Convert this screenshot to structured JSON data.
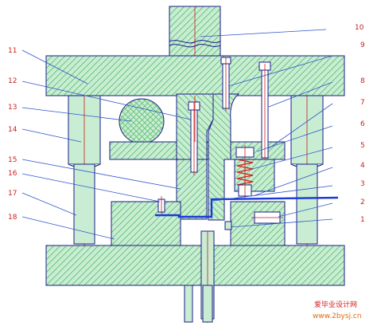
{
  "diagram": {
    "part_labels": [
      "1",
      "2",
      "3",
      "4",
      "5",
      "6",
      "7",
      "8",
      "9",
      "10",
      "11",
      "12",
      "13",
      "14",
      "15",
      "16",
      "17",
      "18"
    ]
  },
  "watermark": {
    "chinese": "爱毕业设计网",
    "url": "www.2bysj.cn"
  },
  "colors": {
    "fill": "#c9edd3",
    "hatch": "#5fbf74",
    "outline": "#1c1c8a",
    "leader": "#2f55cc",
    "centerline": "#c41d1d",
    "strip": "#1a3ad8",
    "spring": "#d42020",
    "label": "#cc1f1f"
  }
}
